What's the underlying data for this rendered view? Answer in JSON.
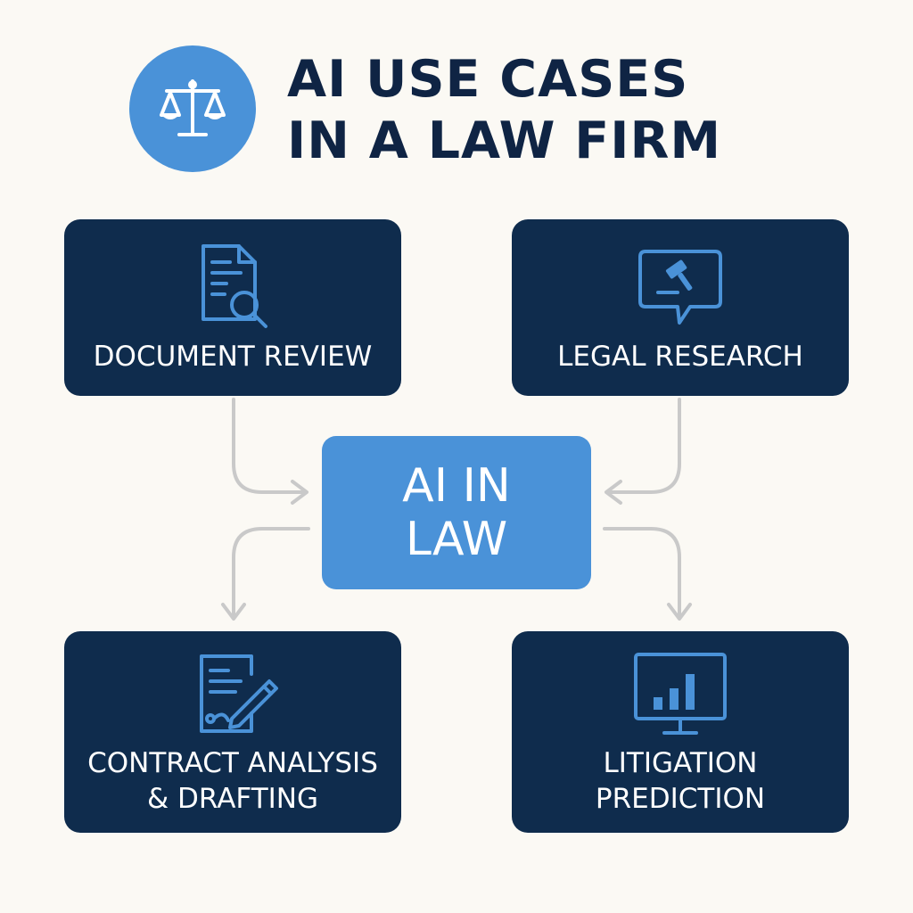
{
  "header": {
    "logo_icon": "scales-of-justice-icon",
    "title": "AI USE CASES\nIN A LAW FIRM"
  },
  "center": {
    "label": "AI IN\nLAW"
  },
  "cards": {
    "document_review": {
      "label": "DOCUMENT REVIEW",
      "icon": "document-search-icon"
    },
    "legal_research": {
      "label": "LEGAL RESEARCH",
      "icon": "gavel-speech-bubble-icon"
    },
    "contract_analysis": {
      "label": "CONTRACT ANALYSIS\n& DRAFTING",
      "icon": "document-pen-icon"
    },
    "litigation_prediction": {
      "label": "LITIGATION\nPREDICTION",
      "icon": "monitor-bar-chart-icon"
    }
  },
  "colors": {
    "background": "#fbf9f4",
    "card": "#0f2c4d",
    "accent": "#4a92d8",
    "title": "#0f2444",
    "connector": "#c9c9c9"
  }
}
